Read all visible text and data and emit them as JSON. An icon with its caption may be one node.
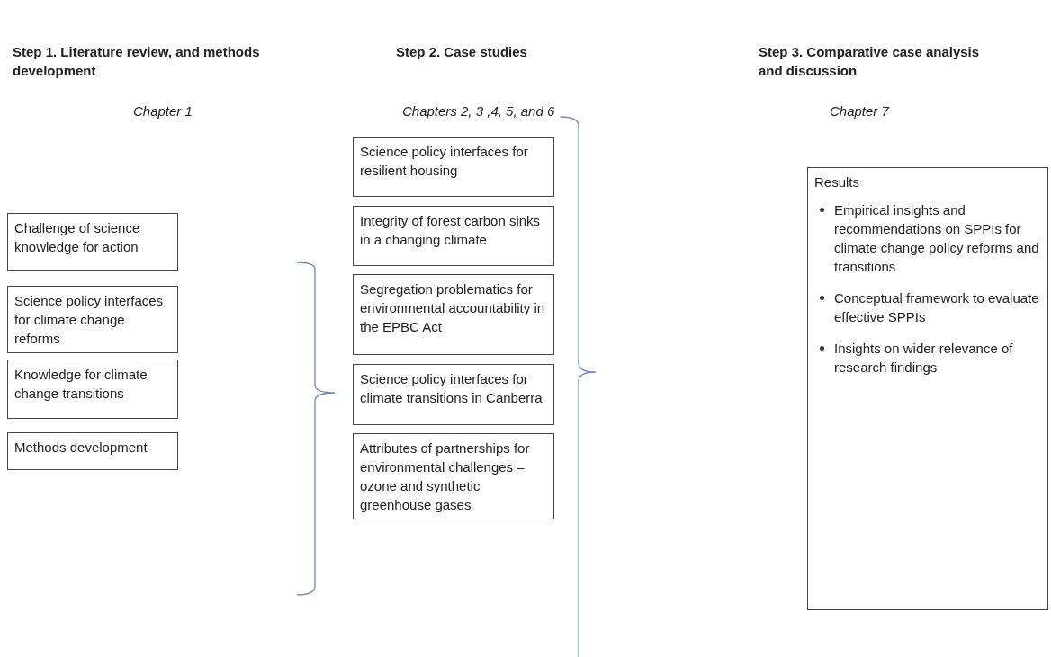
{
  "diagram": {
    "nodes": [
      {
        "text": [
          "Challenge of science knowledge for action"
        ]
      },
      {
        "text": [
          "Science policy interfaces for climate change reforms"
        ]
      },
      {
        "text": [
          "Knowledge for climate change transitions"
        ]
      },
      {
        "text": [
          "Methods development"
        ]
      },
      {
        "text": [
          "Science policy interfaces for resilient housing"
        ]
      },
      {
        "text": [
          "Integrity of forest carbon sinks in a changing climate"
        ]
      },
      {
        "text": [
          "Segregation problematics for environmental accountability in the EPBC Act"
        ]
      },
      {
        "text": [
          "Science policy interfaces for climate transitions in Canberra"
        ]
      },
      {
        "text": [
          "Attributes of partnerships for environmental challenges – ozone and synthetic greenhouse gases"
        ]
      },
      {
        "text": [
          "Results",
          "Empirical insights and recommendations on SPPIs for climate change policy reforms and transitions",
          "Conceptual framework to evaluate effective SPPIs",
          "Insights on wider relevance of research findings"
        ]
      }
    ],
    "edges": [],
    "labels": [
      "Step 1. Literature review, and methods development",
      "Step 2. Case studies",
      "Step 3. Comparative case analysis and discussion",
      "Chapter 1",
      "Chapters 2, 3 ,4, 5, and 6",
      "Chapter 7"
    ]
  }
}
